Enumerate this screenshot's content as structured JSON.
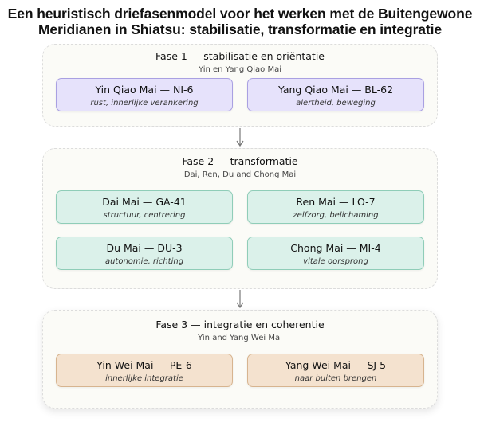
{
  "title": {
    "line1": "Een heuristisch driefasenmodel voor het werken met de Buitengewone",
    "line2": "Meridianen in Shiatsu: stabilisatie, transformatie en integratie"
  },
  "phases": [
    {
      "title": "Fase 1 — stabilisatie en oriëntatie",
      "subtitle": "Yin en Yang Qiao Mai",
      "boxes": [
        {
          "name": "Yin Qiao Mai — NI-6",
          "desc": "rust, innerlijke verankering"
        },
        {
          "name": "Yang Qiao Mai — BL-62",
          "desc": "alertheid, beweging"
        }
      ]
    },
    {
      "title": "Fase 2 — transformatie",
      "subtitle": "Dai, Ren, Du and Chong Mai",
      "boxes": [
        {
          "name": "Dai Mai — GA-41",
          "desc": "structuur, centrering"
        },
        {
          "name": "Ren Mai — LO-7",
          "desc": "zelfzorg, belichaming"
        },
        {
          "name": "Du Mai — DU-3",
          "desc": "autonomie, richting"
        },
        {
          "name": "Chong Mai — MI-4",
          "desc": "vitale oorsprong"
        }
      ]
    },
    {
      "title": "Fase 3 — integratie en coherentie",
      "subtitle": "Yin and Yang Wei Mai",
      "boxes": [
        {
          "name": "Yin Wei Mai — PE-6",
          "desc": "innerlijke integratie"
        },
        {
          "name": "Yang Wei Mai — SJ-5",
          "desc": "naar buiten brengen"
        }
      ]
    }
  ],
  "colors": {
    "phase1": "#e6e2fb",
    "phase2": "#dbf1ea",
    "phase3": "#f4e2cf",
    "arrow": "#777777"
  },
  "icons": {
    "connector": "arrow-down-icon"
  }
}
